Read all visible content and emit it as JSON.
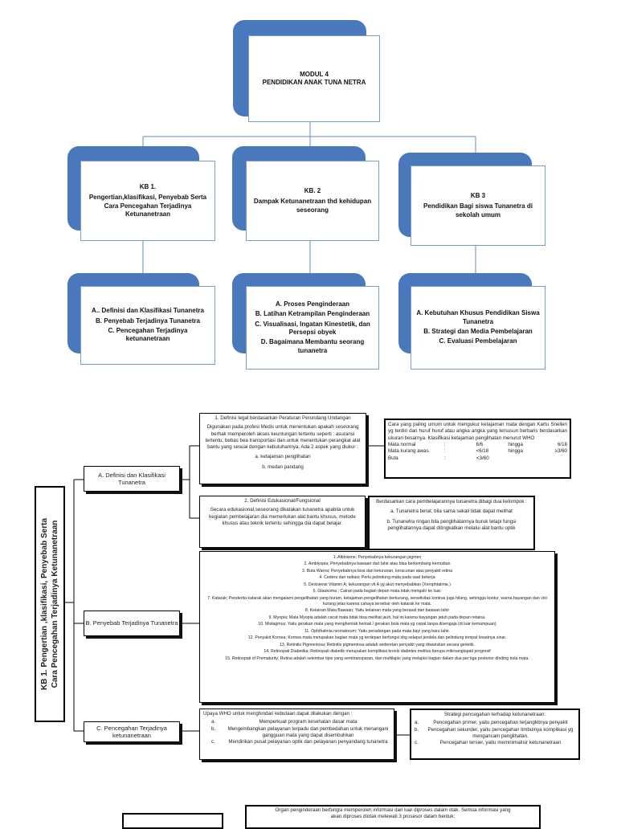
{
  "top_chart": {
    "root": {
      "line1": "MODUL 4",
      "line2": "PENDIDIKAN ANAK TUNA NETRA"
    },
    "kb1": {
      "title": "KB 1.",
      "subtitle": "Pengertian,klasifikasi, Penyebab Serta Cara Pencegahan Terjadinya Ketunanetraan"
    },
    "kb2": {
      "title": "KB. 2",
      "subtitle": "Dampak Ketunanetraan thd kehidupan seseorang"
    },
    "kb3": {
      "title": "KB 3",
      "subtitle": "Pendidikan Bagi siswa Tunanetra di sekolah umum"
    },
    "kb1_topics": [
      "A.. Definisi dan Klasifikasi Tunanetra",
      "B. Penyebab Terjadinya Tunanetra",
      "C. Pencegahan Terjadinya ketunanetraan"
    ],
    "kb2_topics": [
      "A. Proses Penginderaan",
      "B. Latihan Ketrampilan Penginderaan",
      "C. Visualisasi, Ingatan Kinestetik, dan Persepsi obyek",
      "D. Bagaimana Membantu seorang tunanetra"
    ],
    "kb3_topics": [
      "A. Kebutuhan Khusus Pendidikan Siswa Tunanetra",
      "B. Strategi dan Media Pembelajaran",
      "C. Evaluasi Pembelajaran"
    ]
  },
  "kb1_detail": {
    "vertical_title_line1": "KB 1. Pengertian ,klasifikasi, Penyebab Serta",
    "vertical_title_line2": "Cara Pencegahan Terjadinya Ketunanetraan",
    "branch_a": "A. Definisi dan Klasifikasi Tunanetra",
    "branch_b": "B. Penyebab Terjadinya Tunanetra",
    "branch_c": "C.     Pencegahan Terjadinya ketunanetraan",
    "def_legal": {
      "title": "1. Definisi legal berdasarkan Peraturan Perundang Undangan",
      "body": "Digunakan pada profesi Medis untuk menentukan apakah seseorang berhak memperoleh akses keuntungan tertentu seperti : asuransi tertentu, bebas bea transportasi dan untuk menentukan perangkat alat bantu yang sesuai dengan kebutuhannya. Ada 2 aspek yang diukur :",
      "aspect1": "a. ketajaman penglihatan",
      "aspect2": "b. medan pandang"
    },
    "snellen": {
      "text": "Cara yang paling umum untuk mengukur ketajaman mata dengan Kartu Snellen yg terdiri dari huruf huruf atau angka angka yang tersusun berbaris berdasarkan ukuran besarnya. Klasifikasi ketajaman penglihatan menurut WHO",
      "rows": [
        {
          "label": "Mata normal",
          "sep": ":",
          "from": "6/6",
          "to_word": "hingga",
          "to": "6/18"
        },
        {
          "label": "Mata kurang awas",
          "sep": ":",
          "from": "<6/18",
          "to_word": "hingga",
          "to": "≥3/60"
        },
        {
          "label": "Buta",
          "sep": ":",
          "from": "<3/60",
          "to_word": "",
          "to": ""
        }
      ]
    },
    "def_functional": {
      "title": "2. Definisi Edukasional/Fungsional",
      "body": "Secara edukasional,seseorang dikatakan tunanetra apabila untuk kegiatan pembelajaran dia memerlukan alat bantu khusus, metode khusus atau teknik tertentu sehingga dia dapat belajar."
    },
    "learning_class": {
      "title": "Berdasarkan cara pembelajarannya tunanetra dibagi dua kelompok :",
      "item1": "a. Tunanetra berat; bila sama sekali tidak dapat melihat",
      "item2": "b. Tunanetra ringan bila penglihatannya buruk tetapi fungsi penglihatannya dapat ditingkatkan melalui alat bantu optik"
    },
    "causes": [
      "1.     Albinisme; Penyebabnya kekurangan pigmen",
      "2.     Ambiyopia; Penyebabnya bawaan dari lahir atau bisa berkembang kemudian",
      "3.     Buta Warna; Penyebabnya bisa dari keturunan, keracunan atau penyakit retina",
      "4.     Cedera dan radiasi; Perlu pelindung mata pada saat bekerja",
      "5.     Devisiensi Vitamin A; kekurangan vit A yg akut menyebabkan (Xerophtalmia )",
      "6.     Glaukoma ; Cairan pada bagian depan mata tidak mengalir ke luar.",
      "7.     Katarak; Penderita katarak akan mengalami pengelihatan yang buram, ketajaman pengelihatan berkurang, sensitivitas kontras juga hilang, sehingga kontur, warna bayangan dan visi kurang jelas karena cahaya tersebar oleh katarak ke mata.",
      "8.     Kelainan Mata Bawaan; Yaitu kelainan mata yang berasal dari bawaan lahir",
      "9.     Myopia; Mata Myopia adalah cacat mata tidak bisa melihat jauh, hal ini karena bayangan jatuh pada depan retaina.",
      "10.   Mistagmus; Yaitu gerakan mata yang menghentak hentak / gerakan bola mata yg cepat tanpa disengaja (di luar kemampuan)",
      "11.   Ophthalmia neonatorum; Yaitu peradangan pada mata bayi yang baru lahir.",
      "12. Penyakit Kornea; Kornea mata merupakan bagian mata yg terdepan berfungsi sbg selaput jendela dan pelindung tempat lewatnya sinar.",
      "13.   Retinitis Pigmentosa; Retinitis pigmentosa adalah sederetan penyakit yang diwariskan secara genetik.",
      "14.   Retinopati Diabetika; Retinopati diabetik merupakan komplikasi kronis diabetes melitus berupa mikroangiopati progresif",
      "15. Retinopati of Prematurity; Retina adalah selembar tipis yang semitransparan, dan multilapis yang melapisi bagian dalam dua per tiga posterior dinding bola mata."
    ],
    "who_prevention": {
      "title": "Upaya WHO untuk menghindari kebutaan dapat dilakukan dengan :",
      "items": [
        {
          "mark": "a.",
          "text": "Memperkuat program kesehatan dasar mata"
        },
        {
          "mark": "b.",
          "text": "Mengembangkan pelayanan terpadu dan pembedahan untuk menangani gangguan mata yang dapat disembuhkan"
        },
        {
          "mark": "c.",
          "text": "Mendirikan pusat pelayanan optik dan pelayanan penyandang tunanetra"
        }
      ]
    },
    "prevention_strategy": {
      "title": "Strategi pencegahan terhadap ketunanetraan:",
      "items": [
        {
          "mark": "a.",
          "text": "Pencegahan primer, yaitu pencegahan terjangkitnya penyakit"
        },
        {
          "mark": "b.",
          "text": "Pencegahan sekunder, yaitu pencegahan timbulnya komplikasi yg mengancam penglihatan."
        },
        {
          "mark": "c.",
          "text": "Pencegahan tersier, yaitu meminimalisir ketunanetraan"
        }
      ]
    }
  },
  "bottom_partial": {
    "text_line1": "Organ penginderaan berfungsi memperoleh informasi dari luar diproses dalam otak. Semua informasi yang",
    "text_line2": "akan diproses diotak melewati 3 prosesor dalam bentuk:"
  }
}
